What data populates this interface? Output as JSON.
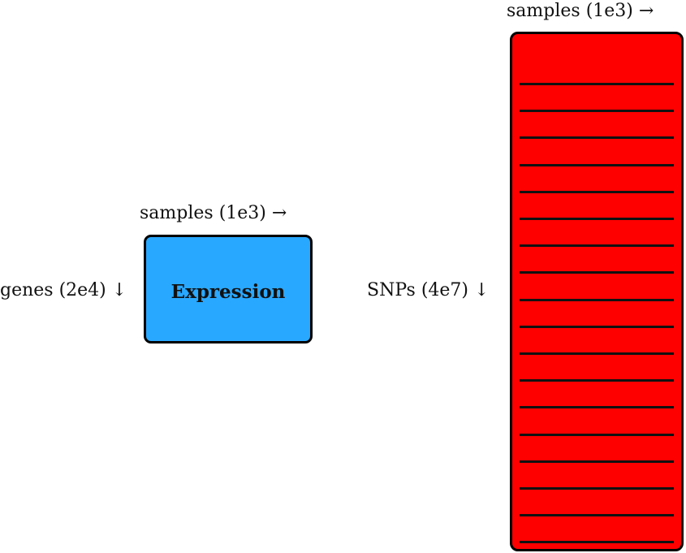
{
  "expression": {
    "samples_label": "samples (1e3) →",
    "rows_label": "genes (2e4) ↓",
    "title": "Expression",
    "fill_color": "#29a8ff"
  },
  "snps": {
    "samples_label": "samples (1e3) →",
    "rows_label": "SNPs (4e7) ↓",
    "fill_color": "#ff0000",
    "stripe_count": 18
  }
}
